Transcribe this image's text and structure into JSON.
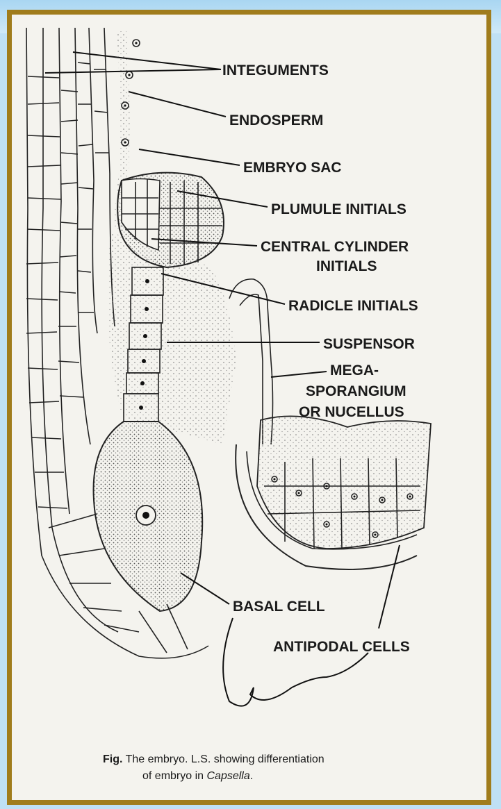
{
  "labels": {
    "integuments": "INTEGUMENTS",
    "endosperm": "ENDOSPERM",
    "embryo_sac": "EMBRYO SAC",
    "plumule_initials": "PLUMULE INITIALS",
    "central_cylinder_1": "CENTRAL CYLINDER",
    "central_cylinder_2": "INITIALS",
    "radicle_initials": "RADICLE INITIALS",
    "suspensor": "SUSPENSOR",
    "megasporangium_1": "MEGA-",
    "megasporangium_2": "SPORANGIUM",
    "megasporangium_3": "OR NUCELLUS",
    "basal_cell": "BASAL CELL",
    "antipodal_cells": "ANTIPODAL CELLS"
  },
  "caption": {
    "fig": "Fig.",
    "line1_rest": " The embryo. L.S. showing differentiation",
    "line2_start": "of embryo in ",
    "line2_italic": "Capsella",
    "line2_end": "."
  },
  "colors": {
    "frame": "#a07c1c",
    "background": "#bfe0f5",
    "paper": "#f4f3ee"
  }
}
